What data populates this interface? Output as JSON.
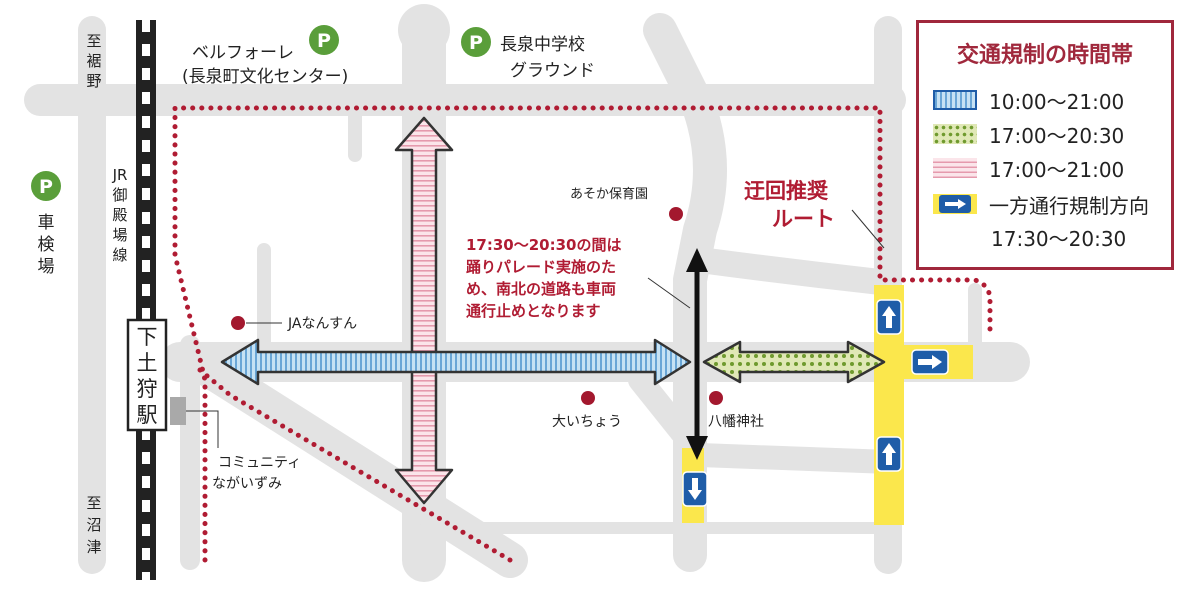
{
  "legend": {
    "title": "交通規制の時間帯",
    "items": [
      {
        "label": "10:00～21:00",
        "color": "#8fc4e8",
        "style": "stripes-blue"
      },
      {
        "label": "17:00～20:30",
        "color": "#c7d48f",
        "style": "dots-green"
      },
      {
        "label": "17:00～21:00",
        "color": "#f2c8d2",
        "style": "stripes-pink"
      },
      {
        "label": "一方通行規制方向",
        "color": "#fbe74c",
        "style": "oneway-arrow"
      }
    ],
    "oneway_time": "17:30～20:30"
  },
  "places": {
    "bellefore_1": "ベルフォーレ",
    "bellefore_2": "(長泉町文化センター)",
    "school_1": "長泉中学校",
    "school_2": "グラウンド",
    "parking_letter": "P",
    "shaken_1": "車",
    "shaken_2": "検",
    "shaken_3": "場",
    "to_susono_1": "至",
    "to_susono_2": "裾",
    "to_susono_3": "野",
    "to_numazu_1": "至",
    "to_numazu_2": "沼",
    "to_numazu_3": "津",
    "jr_line_1": "JR",
    "jr_line_2": "御",
    "jr_line_3": "殿",
    "jr_line_4": "場",
    "jr_line_5": "線",
    "station_1": "下",
    "station_2": "土",
    "station_3": "狩",
    "station_4": "駅",
    "ja": "JAなんすん",
    "nursery": "あそか保育園",
    "ichou": "大いちょう",
    "shrine": "八幡神社",
    "community_1": "コミュニティ",
    "community_2": "ながいずみ"
  },
  "notices": {
    "detour_1": "迂回推奨",
    "detour_2": "ルート",
    "parade_1": "17:30～20:30の間は",
    "parade_2": "踊りパレード実施のた",
    "parade_3": "め、南北の道路も車両",
    "parade_4": "通行止めとなります"
  },
  "colors": {
    "road": "#e3e3e3",
    "route_dots": "#b01c33",
    "landmark": "#a3182e",
    "oneway_yellow": "#fbe74c",
    "legend_border": "#a0283c",
    "parking": "#5a9e3a"
  }
}
